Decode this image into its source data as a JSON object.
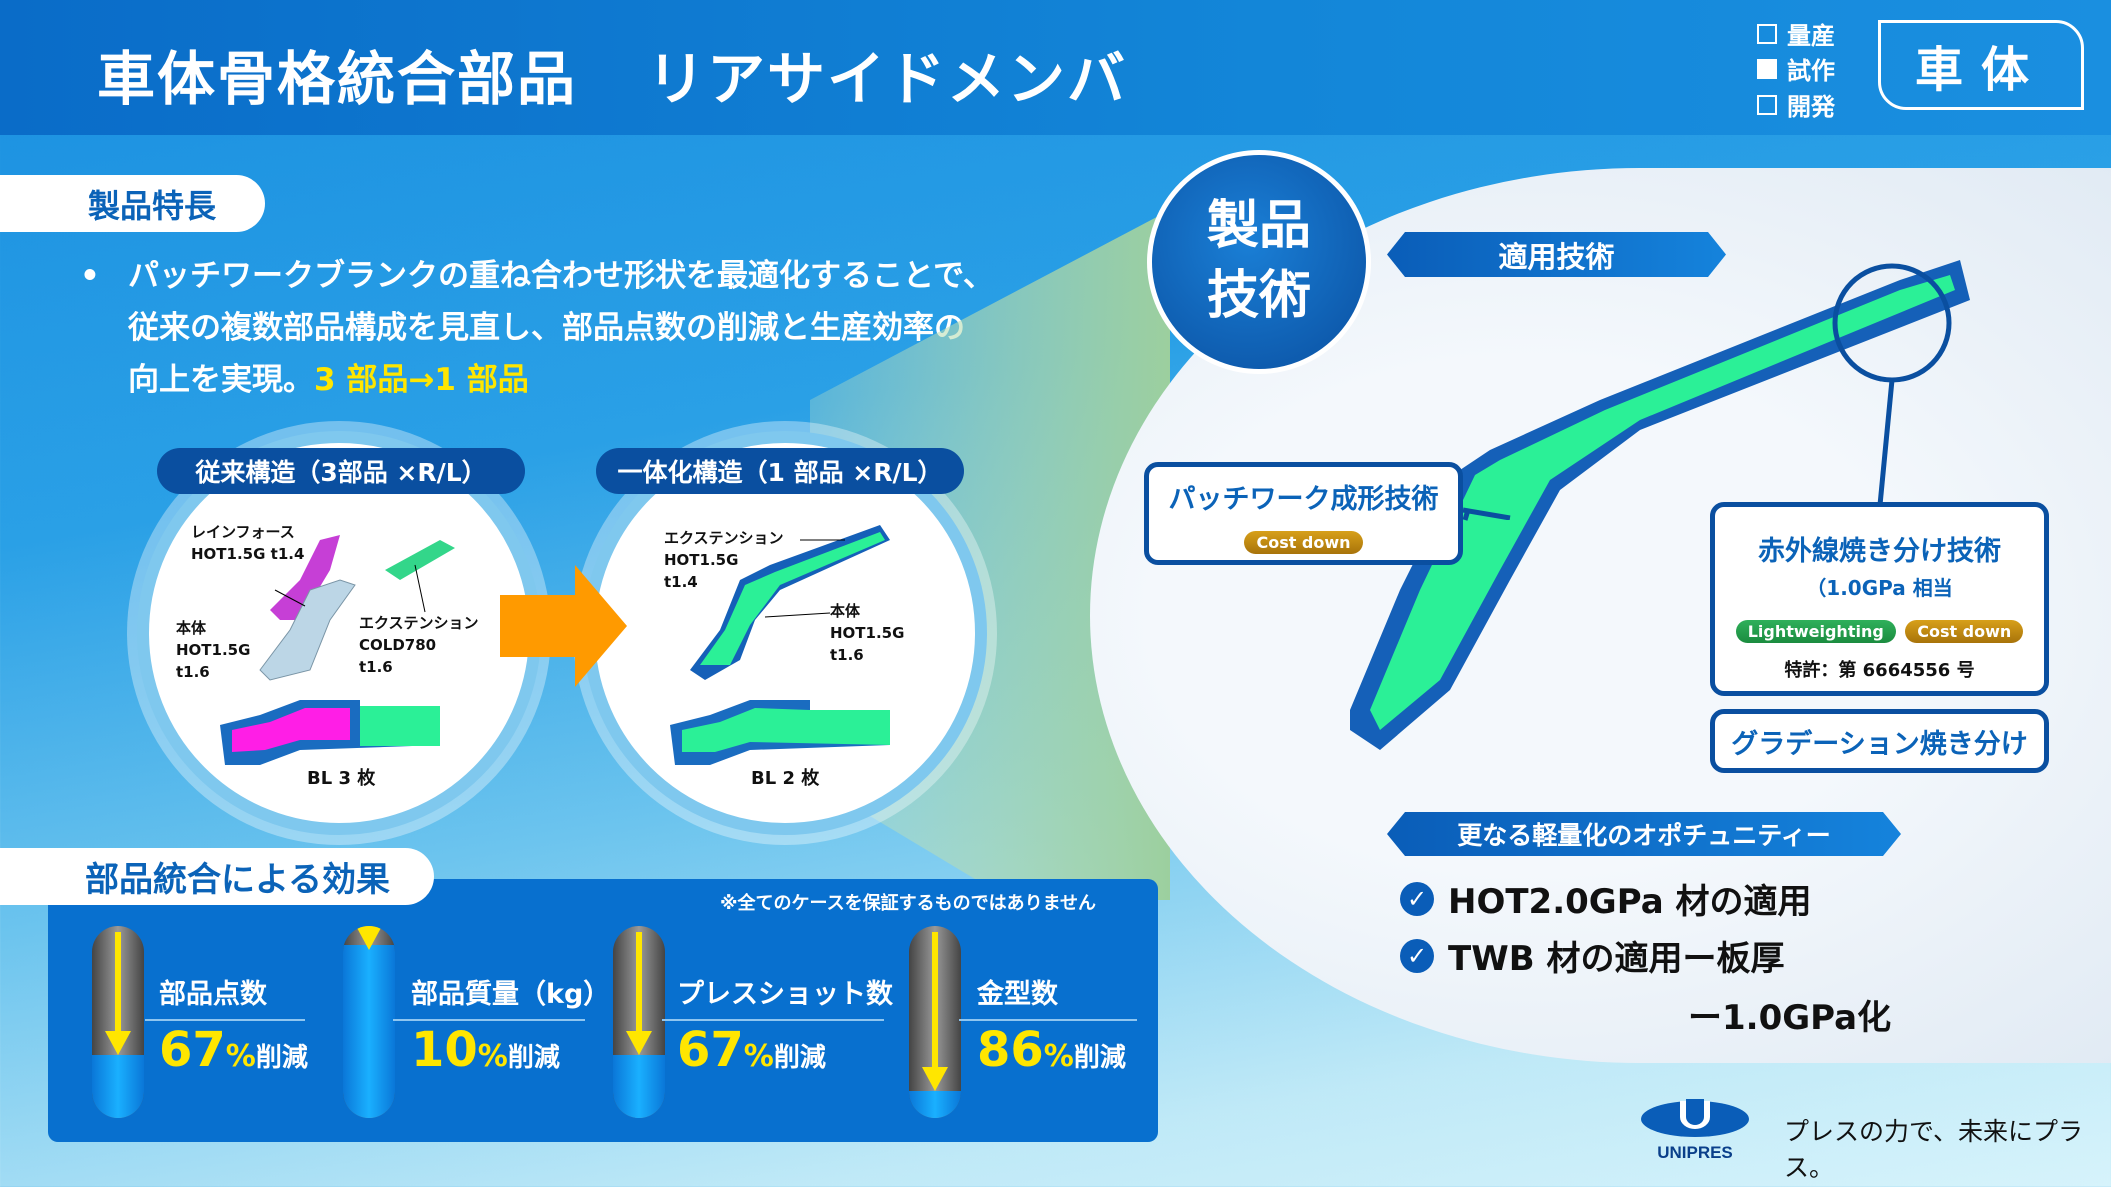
{
  "header": {
    "title": "車体骨格統合部品",
    "subtitle": "リアサイドメンバ",
    "stages": [
      {
        "label": "量産",
        "checked": false
      },
      {
        "label": "試作",
        "checked": true
      },
      {
        "label": "開発",
        "checked": false
      }
    ],
    "category": "車体"
  },
  "features": {
    "heading": "製品特長",
    "bullet_lines": [
      "パッチワークブランクの重ね合わせ形状を最適化することで、",
      "従来の複数部品構成を見直し、部品点数の削減と生産効率の",
      "向上を実現。"
    ],
    "highlight": "3 部品→1 部品"
  },
  "before": {
    "label": "従来構造（3部品 ×R/L）",
    "parts": [
      {
        "name": "レインフォース",
        "spec": [
          "HOT1.5G t1.4"
        ]
      },
      {
        "name": "本体",
        "spec": [
          "HOT1.5G",
          "t1.6"
        ]
      },
      {
        "name": "エクステンション",
        "spec": [
          "COLD780",
          "t1.6"
        ]
      }
    ],
    "blanks": "BL 3 枚"
  },
  "after": {
    "label": "一体化構造（1 部品 ×R/L）",
    "parts": [
      {
        "name": "エクステンション",
        "spec": [
          "HOT1.5G",
          "t1.4"
        ]
      },
      {
        "name": "本体",
        "spec": [
          "HOT1.5G",
          "t1.6"
        ]
      }
    ],
    "blanks": "BL 2 枚"
  },
  "tech": {
    "circle": [
      "製品",
      "技術"
    ],
    "banner": "適用技術",
    "patchwork": {
      "title": "パッチワーク成形技術",
      "tag": "Cost down"
    },
    "infrared": {
      "title": "赤外線焼き分け技術",
      "sub": "（1.0GPa 相当",
      "tags": [
        "Lightweighting",
        "Cost down"
      ],
      "patent": "特許：第 6664556 号"
    },
    "gradation": "グラデーション焼き分け"
  },
  "opportunity": {
    "banner": "更なる軽量化のオポチュニティー",
    "items": [
      "HOT2.0GPa 材の適用",
      "TWB 材の適用ー板厚"
    ],
    "continuation": "ー1.0GPa化"
  },
  "effects": {
    "heading": "部品統合による効果",
    "note": "※全てのケースを保証するものではありません",
    "metrics": [
      {
        "label": "部品点数",
        "value": "67",
        "unit": "%",
        "suffix": "削減",
        "reduction": 0.67
      },
      {
        "label": "部品質量（kg）",
        "value": "10",
        "unit": "%",
        "suffix": "削減",
        "reduction": 0.1
      },
      {
        "label": "プレスショット数",
        "value": "67",
        "unit": "%",
        "suffix": "削減",
        "reduction": 0.67
      },
      {
        "label": "金型数",
        "value": "86",
        "unit": "%",
        "suffix": "削減",
        "reduction": 0.86
      }
    ]
  },
  "footer": {
    "logo": "UNIPRES",
    "tagline": "プレスの力で、未来にプラス。"
  }
}
